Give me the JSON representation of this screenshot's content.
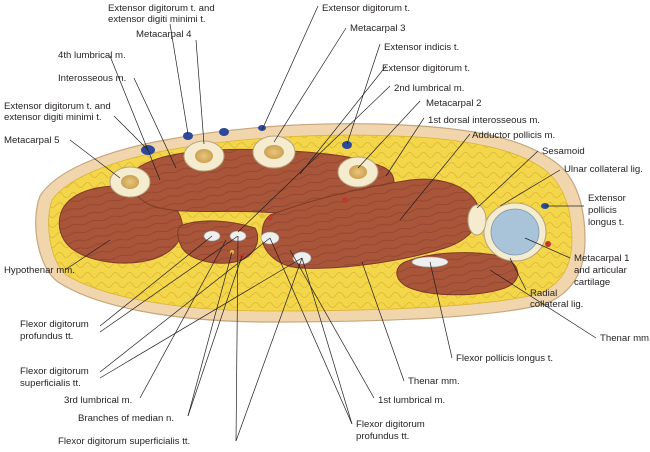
{
  "figure": {
    "title": "Cross-section of hand at metacarpal level",
    "colors": {
      "skin": "#f1d6ad",
      "fat": "#f3d64a",
      "muscle": "#a9553a",
      "muscle_dark": "#7d3a25",
      "bone": "#f5ecd0",
      "tendon": "#eef0f0",
      "cartilage": "#a9c3d8",
      "leader": "#231f20"
    }
  },
  "labels": {
    "ext_dig_min_top_1": "Extensor digitorum t. and",
    "ext_dig_min_top_2": "extensor digiti minimi t.",
    "ext_digitorum_top": "Extensor digitorum t.",
    "metacarpal_4": "Metacarpal 4",
    "metacarpal_3": "Metacarpal 3",
    "lumbrical_4": "4th lumbrical m.",
    "ext_indicis": "Extensor indicis t.",
    "interosseous": "Interosseous m.",
    "ext_digitorum_mid": "Extensor digitorum t.",
    "lumbrical_2": "2nd lumbrical m.",
    "ext_dig_min_left_1": "Extensor digitorum t. and",
    "ext_dig_min_left_2": "extensor digiti minimi t.",
    "metacarpal_2": "Metacarpal 2",
    "dorsal_interosseous_1": "1st dorsal interosseous m.",
    "metacarpal_5": "Metacarpal 5",
    "adductor_pollicis": "Adductor pollicis m.",
    "sesamoid": "Sesamoid",
    "ulnar_collateral": "Ulnar collateral lig.",
    "ext_pollicis_1": "Extensor",
    "ext_pollicis_2": "pollicis",
    "ext_pollicis_3": "longus t.",
    "hypothenar": "Hypothenar mm.",
    "metacarpal_1_1": "Metacarpal 1",
    "metacarpal_1_2": "and articular",
    "metacarpal_1_3": "cartilage",
    "radial_collateral_1": "Radial",
    "radial_collateral_2": "collateral lig.",
    "fdp_left_1": "Flexor digitorum",
    "fdp_left_2": "profundus tt.",
    "thenar_right": "Thenar mm.",
    "fds_left_1": "Flexor digitorum",
    "fds_left_2": "superficialis tt.",
    "fpl": "Flexor pollicis longus t.",
    "lumbrical_3": "3rd lumbrical m.",
    "thenar_mid": "Thenar mm.",
    "lumbrical_1": "1st lumbrical m.",
    "median_branches": "Branches of median n.",
    "fdp_bottom_1": "Flexor digitorum",
    "fdp_bottom_2": "profundus tt.",
    "fds_bottom": "Flexor digitorum superficialis tt."
  }
}
